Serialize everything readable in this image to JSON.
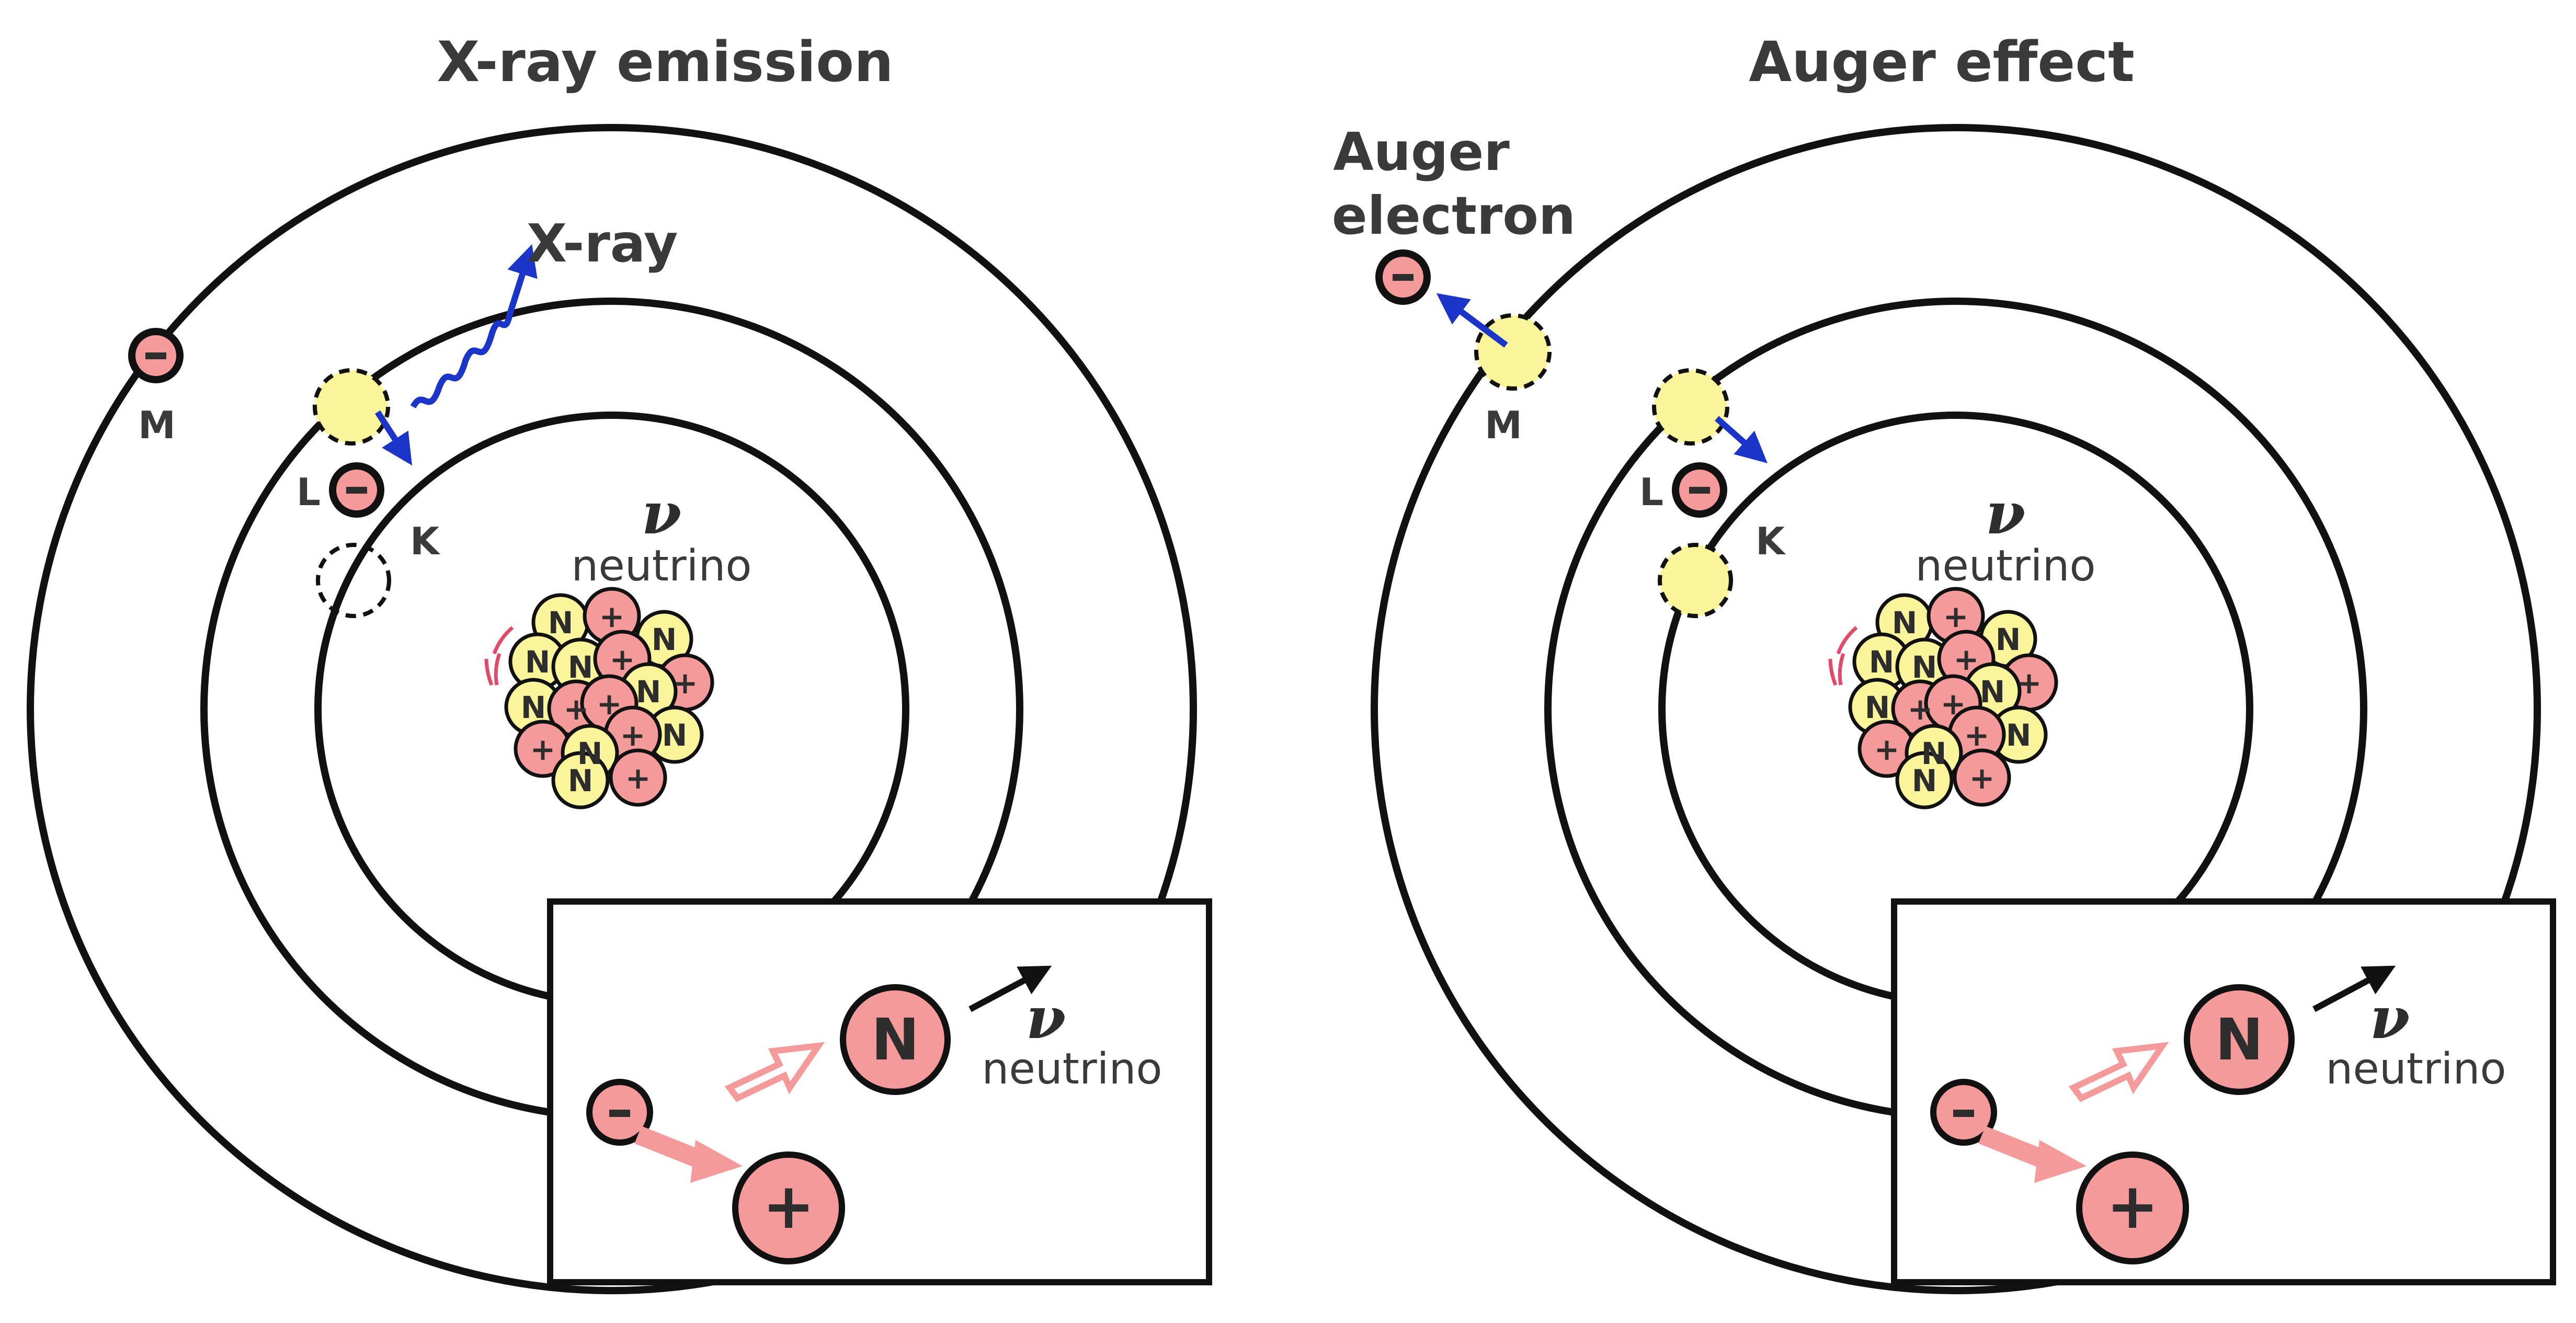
{
  "panels": [
    {
      "title": "X-ray emission",
      "emission_label": "X-ray",
      "shells": {
        "k": "K",
        "l": "L",
        "m": "M"
      },
      "nucleus_label": "neutrino",
      "inset_label": "neutrino"
    },
    {
      "title": "Auger effect",
      "emission_label_lines": [
        "Auger",
        "electron"
      ],
      "shells": {
        "k": "K",
        "l": "L",
        "m": "M"
      },
      "nucleus_label": "neutrino",
      "inset_label": "neutrino"
    }
  ],
  "symbols": {
    "neutrino": "ν",
    "neutron": "N",
    "proton": "+",
    "electron": "-"
  },
  "colors": {
    "proton_fill": "#f59a9a",
    "neutron_fill": "#faf59a",
    "vacancy_fill": "#faf59a",
    "arrow_blue": "#1a35c8",
    "arrow_pink": "#f59a9a",
    "outline": "#111111",
    "text": "#3a3a3a"
  }
}
